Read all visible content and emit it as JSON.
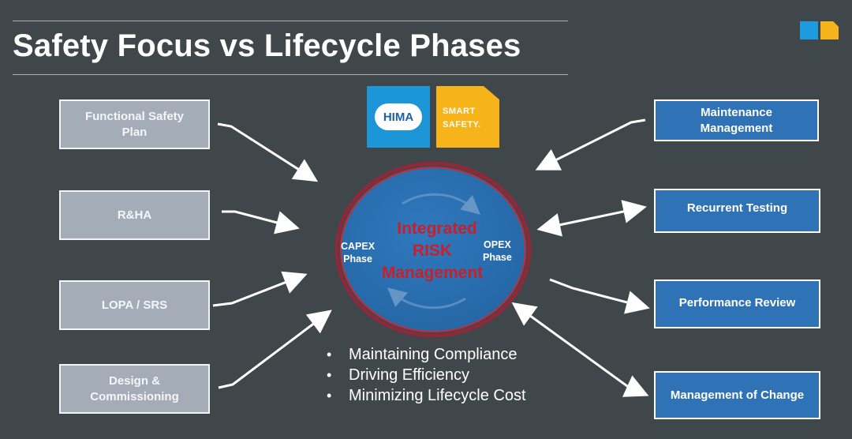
{
  "header": {
    "title": "Safety Focus vs Lifecycle Phases"
  },
  "brand_colors": {
    "blue": "#1c96d6",
    "yellow": "#f6b41a",
    "left_box": "#a4acb8",
    "right_box": "#2f73b6",
    "accent_red": "#c8202a"
  },
  "logos": {
    "hima": "HIMA",
    "smart_line1": "SMART",
    "smart_line2": "SAFETY."
  },
  "center": {
    "title_line1": "Integrated",
    "title_line2": "RISK",
    "title_line3": "Management",
    "capex_line1": "CAPEX",
    "capex_line2": "Phase",
    "opex_line1": "OPEX",
    "opex_line2": "Phase"
  },
  "left_boxes": [
    {
      "line1": "Functional Safety",
      "line2": "Plan"
    },
    {
      "line1": "R&HA",
      "line2": ""
    },
    {
      "line1": "LOPA / SRS",
      "line2": ""
    },
    {
      "line1": "Design &",
      "line2": "Commissioning"
    }
  ],
  "right_boxes": [
    {
      "line1": "Maintenance",
      "line2": "Management"
    },
    {
      "line1": "Recurrent Testing",
      "line2": ""
    },
    {
      "line1": "Performance Review",
      "line2": ""
    },
    {
      "line1": "Management of Change",
      "line2": ""
    }
  ],
  "bullets": [
    "Maintaining Compliance",
    "Driving Efficiency",
    "Minimizing Lifecycle Cost"
  ]
}
